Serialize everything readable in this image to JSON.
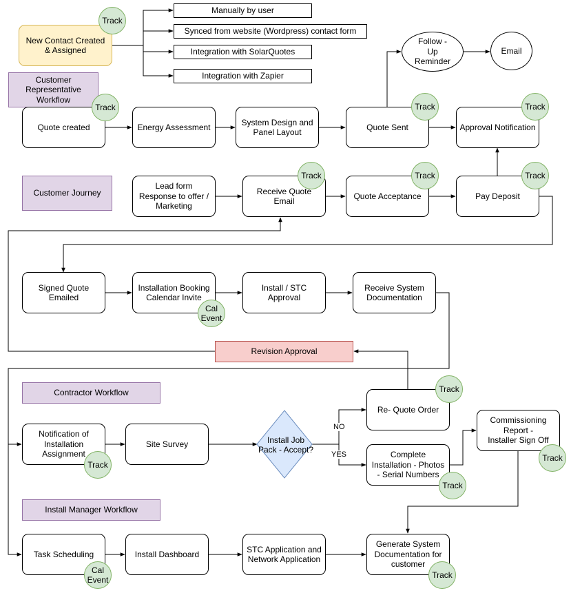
{
  "colors": {
    "track_fill": "#d5e8d4",
    "track_stroke": "#82b366",
    "lane_fill": "#e1d5e7",
    "lane_stroke": "#9673a6",
    "start_fill": "#fff2cc",
    "start_stroke": "#d6b656",
    "revision_fill": "#f8cecc",
    "revision_stroke": "#b85450",
    "decision_fill": "#dae8fc",
    "decision_stroke": "#6c8ebf"
  },
  "nodes": {
    "new_contact": "New Contact Created & Assigned",
    "manually": "Manually by user",
    "synced": "Synced from website (Wordpress) contact form",
    "solarquotes": "Integration with SolarQuotes",
    "zapier": "Integration with Zapier",
    "follow_up": "Follow - Up Reminder",
    "email": "Email",
    "lane_customer_rep": "Customer Representative Workflow",
    "quote_created": "Quote created",
    "energy_assessment": "Energy Assessment",
    "system_design": "System Design and Panel Layout",
    "quote_sent": "Quote Sent",
    "approval_notification": "Approval Notification",
    "lane_customer_journey": "Customer Journey",
    "lead_form": "Lead form Response to offer / Marketing",
    "receive_quote_email": "Receive Quote Email",
    "quote_acceptance": "Quote Acceptance",
    "pay_deposit": "Pay Deposit",
    "signed_quote": "Signed Quote Emailed",
    "installation_booking": "Installation Booking Calendar Invite",
    "install_stc": "Install / STC Approval",
    "receive_system_doc": "Receive System Documentation",
    "revision_approval": "Revision Approval",
    "lane_contractor": "Contractor Workflow",
    "notification_install": "Notification of Installation Assignment",
    "site_survey": "Site Survey",
    "install_job_pack": "Install Job Pack - Accept?",
    "re_quote": "Re- Quote Order",
    "complete_installation": "Complete Installation - Photos\n - Serial Numbers",
    "commissioning": "Commissioning Report -\nInstaller Sign Off",
    "lane_install_manager": "Install Manager Workflow",
    "task_scheduling": "Task Scheduling",
    "install_dashboard": "Install Dashboard",
    "stc_application": "STC Application and Network Application",
    "generate_system_doc": "Generate System Documentation for customer"
  },
  "badges": {
    "track": "Track",
    "cal_event": "Cal\nEvent"
  },
  "edge_labels": {
    "no": "NO",
    "yes": "YES"
  }
}
